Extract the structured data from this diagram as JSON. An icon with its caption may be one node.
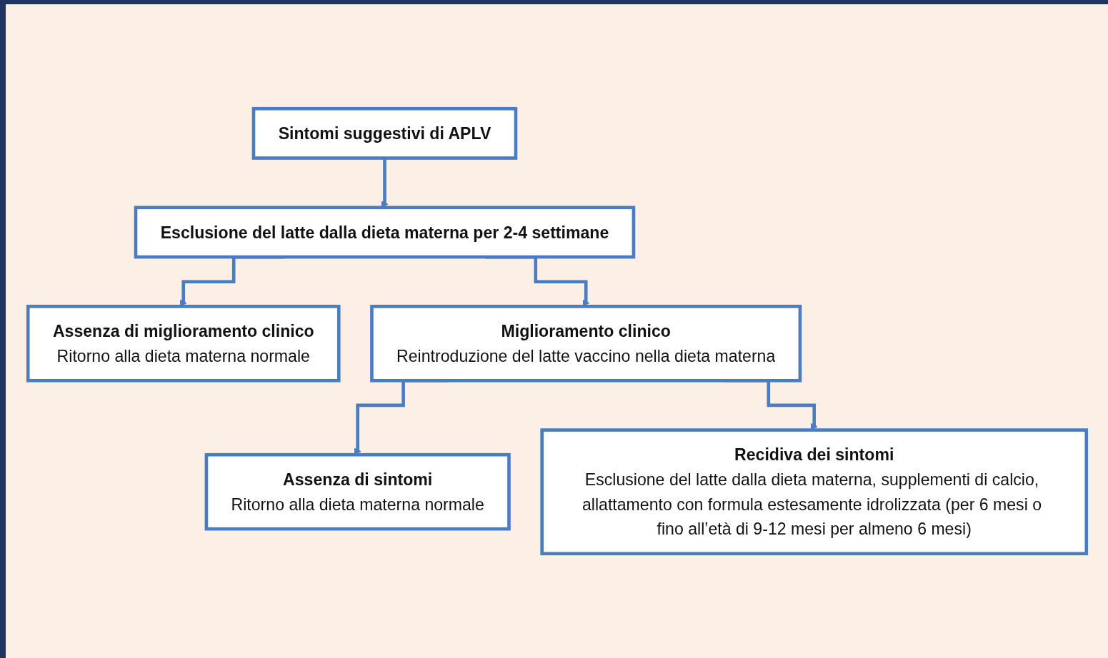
{
  "diagram": {
    "nodes": [
      {
        "text": [
          "Sintomi suggestivi di APLV"
        ]
      },
      {
        "text": [
          "Esclusione del latte dalla dieta materna per 2-4 settimane"
        ]
      },
      {
        "text": [
          "Assenza di miglioramento clinico",
          "Ritorno alla dieta materna normale"
        ]
      },
      {
        "text": [
          "Miglioramento clinico",
          "Reintroduzione del latte vaccino nella dieta materna"
        ]
      },
      {
        "text": [
          "Assenza di sintomi",
          "Ritorno alla dieta materna normale"
        ]
      },
      {
        "text": [
          "Recidiva dei sintomi",
          "Esclusione del latte dalla dieta materna, supplementi di calcio, allattamento con formula estesamente idrolizzata (per 6 mesi o fino all’età di 9-12 mesi per almeno 6 mesi)"
        ]
      }
    ],
    "edges": [
      {
        "from": 0,
        "to": 1,
        "arrow": "to"
      },
      {
        "from": 1,
        "to": 2,
        "arrow": "to"
      },
      {
        "from": 1,
        "to": 3,
        "arrow": "to"
      },
      {
        "from": 3,
        "to": 4,
        "arrow": "to"
      },
      {
        "from": 3,
        "to": 5,
        "arrow": "to"
      }
    ]
  }
}
